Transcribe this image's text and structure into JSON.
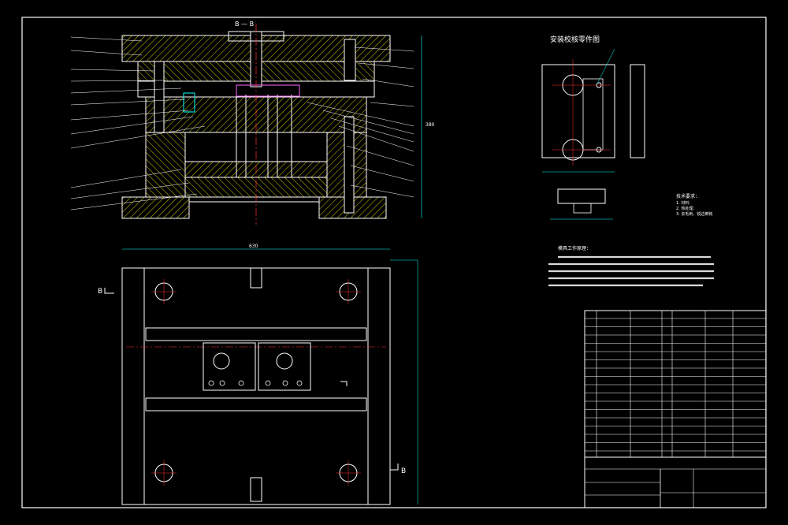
{
  "section_label": "B — B",
  "mark_left": "B",
  "mark_right": "B",
  "part_drawing_title": "安装校核零件图",
  "tech_requirements_title": "技术要求：",
  "tech_requirements": [
    "1. 材料：",
    "2. 热处理：",
    "3. 去毛刺、锐边倒钝"
  ],
  "notes_title": "模具工作原理：",
  "dim_top": "630",
  "dim_side": "380",
  "colors": {
    "outline": "#ffffff",
    "hatch": "#ffff00",
    "center": "#ff3030",
    "dim": "#00ffff",
    "part": "#ffffff",
    "table": "#ffffff"
  }
}
